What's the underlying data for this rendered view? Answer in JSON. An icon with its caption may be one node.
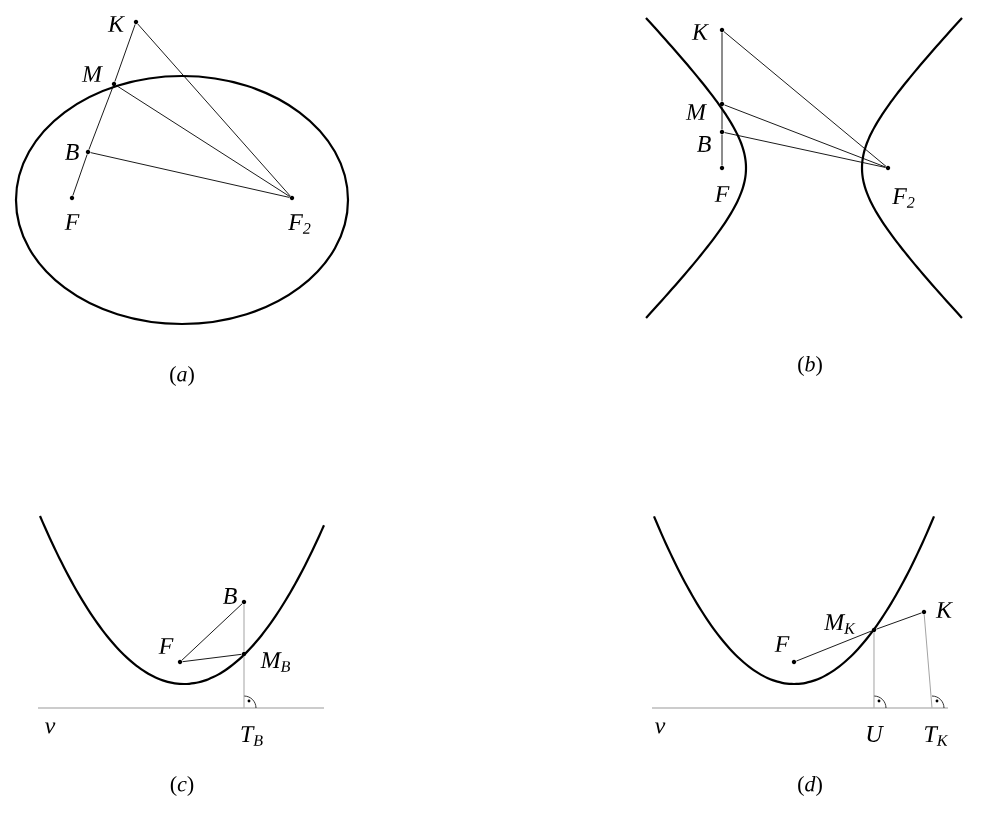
{
  "diagram": {
    "nodes": [
      {
        "text": [
          "K"
        ]
      },
      {
        "text": [
          "M"
        ]
      },
      {
        "text": [
          "B"
        ]
      },
      {
        "text": [
          "F"
        ]
      },
      {
        "text": [
          "F$_{2}$"
        ]
      },
      {
        "text": [
          "K"
        ]
      },
      {
        "text": [
          "M"
        ]
      },
      {
        "text": [
          "B"
        ]
      },
      {
        "text": [
          "F"
        ]
      },
      {
        "text": [
          "F$_{2}$"
        ]
      },
      {
        "text": [
          "B"
        ]
      },
      {
        "text": [
          "F"
        ]
      },
      {
        "text": [
          "M$_{B}$"
        ]
      },
      {
        "text": [
          "T$_{B}$"
        ]
      },
      {
        "text": [
          "F"
        ]
      },
      {
        "text": [
          "M$_{K}$"
        ]
      },
      {
        "text": [
          "K"
        ]
      },
      {
        "text": [
          "U"
        ]
      },
      {
        "text": [
          "T$_{K}$"
        ]
      }
    ],
    "edges": [
      {
        "from": 3,
        "to": 2,
        "arrow": "none"
      },
      {
        "from": 2,
        "to": 1,
        "arrow": "none"
      },
      {
        "from": 1,
        "to": 0,
        "arrow": "none"
      },
      {
        "from": 0,
        "to": 4,
        "arrow": "none"
      },
      {
        "from": 1,
        "to": 4,
        "arrow": "none"
      },
      {
        "from": 2,
        "to": 4,
        "arrow": "none"
      },
      {
        "from": 8,
        "to": 7,
        "arrow": "none"
      },
      {
        "from": 7,
        "to": 6,
        "arrow": "none"
      },
      {
        "from": 6,
        "to": 5,
        "arrow": "none"
      },
      {
        "from": 5,
        "to": 9,
        "arrow": "none"
      },
      {
        "from": 6,
        "to": 9,
        "arrow": "none"
      },
      {
        "from": 7,
        "to": 9,
        "arrow": "none"
      },
      {
        "from": 11,
        "to": 10,
        "arrow": "none"
      },
      {
        "from": 11,
        "to": 12,
        "arrow": "none"
      },
      {
        "from": 10,
        "to": 12,
        "arrow": "none",
        "color": "#999999"
      },
      {
        "from": 12,
        "to": 13,
        "arrow": "none",
        "color": "#999999"
      },
      {
        "from": 14,
        "to": 15,
        "arrow": "none"
      },
      {
        "from": 15,
        "to": 16,
        "arrow": "none"
      },
      {
        "from": 15,
        "to": 17,
        "arrow": "none",
        "color": "#999999"
      },
      {
        "from": 16,
        "to": 18,
        "arrow": "none",
        "color": "#999999"
      }
    ],
    "labels": [
      "(*a*)",
      "(*b*)",
      "v",
      "v",
      "(*c*)",
      "(*d*)"
    ]
  }
}
